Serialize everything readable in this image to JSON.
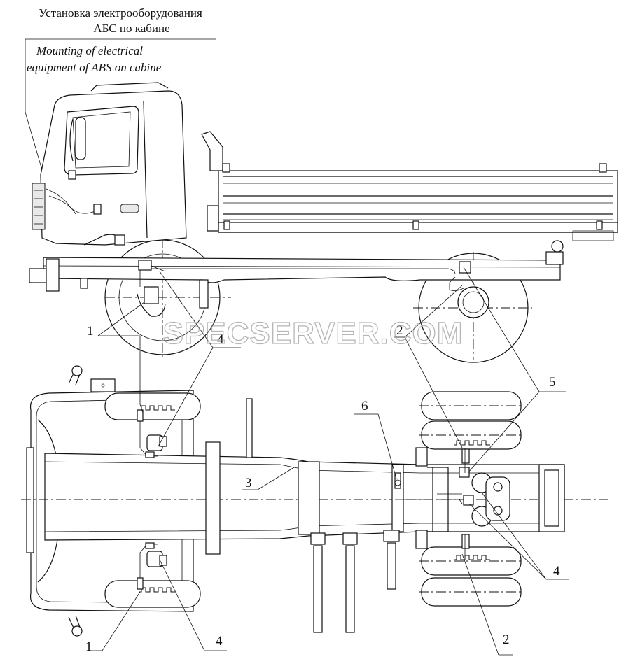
{
  "title": {
    "ru_line1": "Установка электрооборудования",
    "ru_line2": "АБС по кабине",
    "en_line1": "Mounting of electrical",
    "en_line2": "equipment of ABS on cabine"
  },
  "callouts": {
    "c1_top": "1",
    "c4_top": "4",
    "c2_top": "2",
    "c5": "5",
    "c6": "6",
    "c3": "3",
    "c4_right": "4",
    "c1_bottom": "1",
    "c4_bottom": "4",
    "c2_bottom": "2"
  },
  "watermark": "SPECSERVER.COM",
  "colors": {
    "line": "#111111",
    "background": "#ffffff",
    "watermark": "#9a9a9a"
  }
}
